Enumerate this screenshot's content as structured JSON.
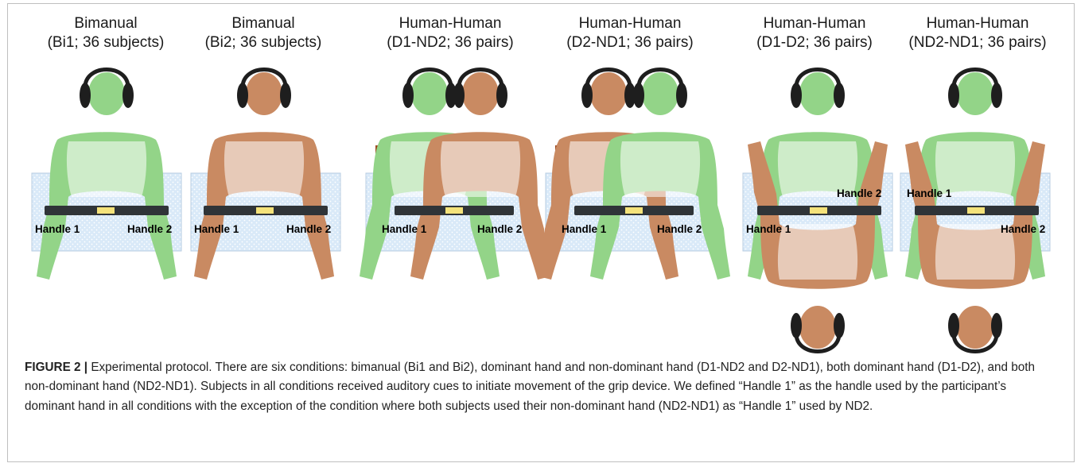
{
  "figure": {
    "panels": [
      {
        "title": "Bimanual",
        "subtitle": "(Bi1; 36 subjects)",
        "handle_left": "Handle 1",
        "handle_right": "Handle 2"
      },
      {
        "title": "Bimanual",
        "subtitle": "(Bi2; 36 subjects)",
        "handle_left": "Handle 1",
        "handle_right": "Handle 2"
      },
      {
        "title": "Human-Human",
        "subtitle": "(D1-ND2; 36 pairs)",
        "handle_left": "Handle 1",
        "handle_right": "Handle 2"
      },
      {
        "title": "Human-Human",
        "subtitle": "(D2-ND1; 36 pairs)",
        "handle_left": "Handle 1",
        "handle_right": "Handle 2"
      },
      {
        "title": "Human-Human",
        "subtitle": "(D1-D2; 36 pairs)",
        "handle_left": "Handle 1",
        "handle_right": "Handle 2"
      },
      {
        "title": "Human-Human",
        "subtitle": "(ND2-ND1; 36 pairs)",
        "handle_left": "Handle 1",
        "handle_right": "Handle 2"
      }
    ],
    "colors": {
      "green_subject": "#93d488",
      "brown_subject": "#c98a62",
      "table": "#d7e8f8",
      "chair": "#9c4a20",
      "headphones": "#1e1e1e",
      "device": "#2f3438",
      "device_center": "#f4e27a"
    }
  },
  "caption": {
    "label": "FIGURE 2 |",
    "text": " Experimental protocol. There are six conditions: bimanual (Bi1 and Bi2), dominant hand and non-dominant hand (D1-ND2 and D2-ND1), both dominant hand (D1-D2), and both non-dominant hand (ND2-ND1). Subjects in all conditions received auditory cues to initiate movement of the grip device. We defined “Handle 1” as the handle used by the participant’s dominant hand in all conditions with the exception of the condition where both subjects used their non-dominant hand (ND2-ND1) as “Handle 1” used by ND2."
  }
}
